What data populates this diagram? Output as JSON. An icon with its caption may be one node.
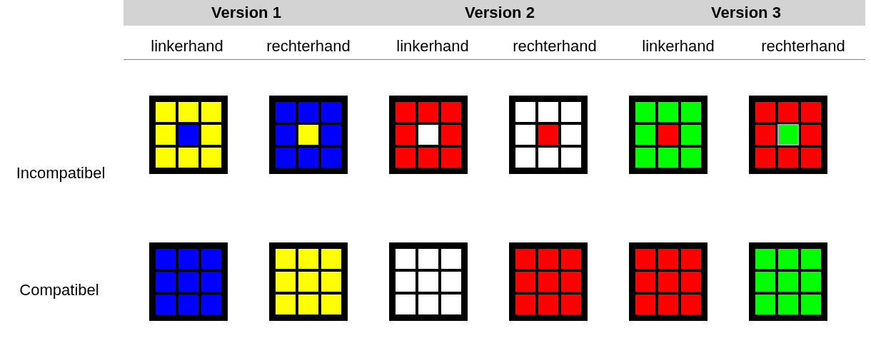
{
  "diagram": {
    "labels": [
      "Version 1",
      "Version 2",
      "Version 3",
      "linkerhand",
      "rechterhand",
      "linkerhand",
      "rechterhand",
      "linkerhand",
      "rechterhand",
      "Incompatibel",
      "Compatibel"
    ]
  }
}
